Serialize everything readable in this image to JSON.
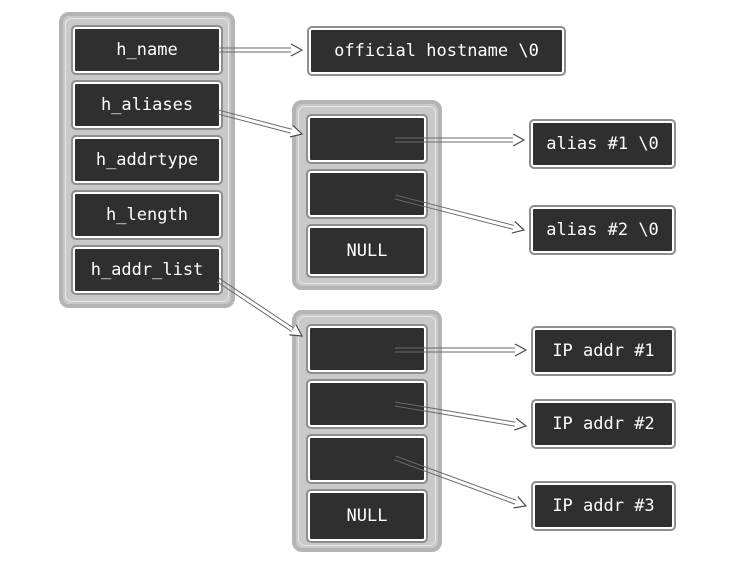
{
  "hostent": {
    "fields": [
      "h_name",
      "h_aliases",
      "h_addrtype",
      "h_length",
      "h_addr_list"
    ]
  },
  "official_hostname": "official hostname \\0",
  "aliases": {
    "null_label": "NULL",
    "targets": [
      "alias #1 \\0",
      "alias #2 \\0"
    ]
  },
  "addr_list": {
    "null_label": "NULL",
    "targets": [
      "IP addr #1",
      "IP addr #2",
      "IP addr #3"
    ]
  },
  "colors": {
    "cell_fill": "#2f2f2f",
    "group_fill": "#c9c9c9",
    "text": "#ffffff"
  }
}
